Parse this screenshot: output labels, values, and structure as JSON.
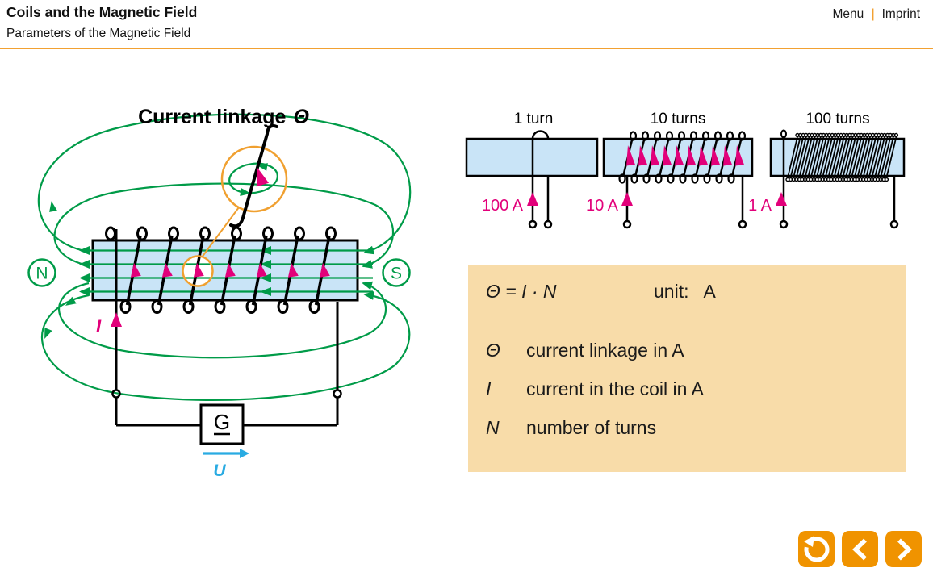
{
  "header": {
    "title": "Coils and the Magnetic Field",
    "subtitle": "Parameters of the Magnetic Field",
    "menu_label": "Menu",
    "divider": "|",
    "imprint_label": "Imprint"
  },
  "diagram": {
    "title_text": "Current linkage",
    "title_symbol": "Θ",
    "pole_n": "N",
    "pole_s": "S",
    "current_symbol": "I",
    "generator_symbol": "G",
    "voltage_symbol": "U"
  },
  "coil_examples": [
    {
      "label": "1 turn",
      "current": "100 A"
    },
    {
      "label": "10 turns",
      "current": "10 A"
    },
    {
      "label": "100 turns",
      "current": "1 A"
    }
  ],
  "formula_box": {
    "formula": "Θ = I · N",
    "unit_label": "unit:",
    "unit_value": "A",
    "definitions": [
      {
        "symbol": "Θ",
        "text": "current linkage in A"
      },
      {
        "symbol": "I",
        "text": "current in the coil in A"
      },
      {
        "symbol": "N",
        "text": "number of turns"
      }
    ]
  },
  "nav": {
    "buttons": [
      {
        "name": "reset",
        "icon": "undo-icon"
      },
      {
        "name": "previous",
        "icon": "chevron-left-icon"
      },
      {
        "name": "next",
        "icon": "chevron-right-icon"
      }
    ]
  },
  "colors": {
    "accent_orange": "#F09300",
    "rule_orange": "#F2A132",
    "field_green": "#009B48",
    "current_magenta": "#E2007A",
    "coil_fill_blue": "#C9E4F7",
    "formula_box_tan": "#F8DCA9",
    "voltage_blue": "#29ABE2"
  }
}
